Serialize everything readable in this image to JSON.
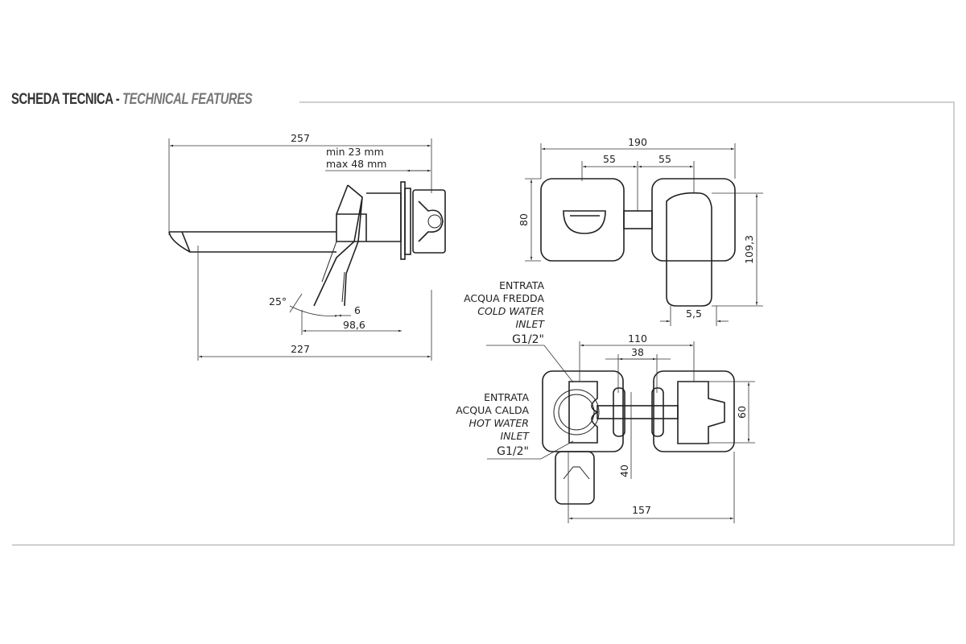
{
  "header": {
    "title_it": "SCHEDA TECNICA",
    "separator": " - ",
    "title_en": "TECHNICAL FEATURES"
  },
  "side_view": {
    "d_257": "257",
    "min": "min 23 mm",
    "max": "max 48 mm",
    "angle": "25°",
    "d_6": "6",
    "d_98_6": "98,6",
    "d_227": "227"
  },
  "front_view": {
    "d_190": "190",
    "d_55a": "55",
    "d_55b": "55",
    "d_80": "80",
    "d_109_3": "109,3",
    "d_5_5": "5,5"
  },
  "top_view": {
    "cold": [
      "ENTRATA",
      "ACQUA FREDDA",
      "COLD WATER",
      "INLET",
      "G1/2\""
    ],
    "hot": [
      "ENTRATA",
      "ACQUA CALDA",
      "HOT WATER",
      "INLET",
      "G1/2\""
    ],
    "d_110": "110",
    "d_38": "38",
    "d_60": "60",
    "d_40": "40",
    "d_157": "157"
  }
}
